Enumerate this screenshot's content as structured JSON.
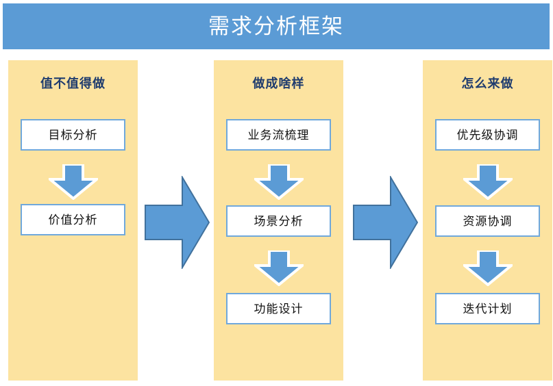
{
  "header": {
    "title": "需求分析框架",
    "background_color": "#5B9BD5",
    "text_color": "#FFFFFF"
  },
  "theme": {
    "column_background": "#FCE3A0",
    "box_border_color": "#6FA8DC",
    "box_background": "#FFFFFF",
    "arrow_fill": "#5B9BD5",
    "arrow_stroke": "#41719C",
    "down_arrow_outline": "#FFFFFF",
    "column_heading_color": "#1F3C6E",
    "box_text_color": "#111111"
  },
  "columns": [
    {
      "heading": "值不值得做",
      "steps": [
        {
          "label": "目标分析"
        },
        {
          "label": "价值分析"
        }
      ]
    },
    {
      "heading": "做成啥样",
      "steps": [
        {
          "label": "业务流梳理"
        },
        {
          "label": "场景分析"
        },
        {
          "label": "功能设计"
        }
      ]
    },
    {
      "heading": "怎么来做",
      "steps": [
        {
          "label": "优先级协调"
        },
        {
          "label": "资源协调"
        },
        {
          "label": "迭代计划"
        }
      ]
    }
  ],
  "connectors": {
    "between_columns": [
      {
        "icon": "arrow-right-icon",
        "from": "值不值得做",
        "to": "做成啥样"
      },
      {
        "icon": "arrow-right-icon",
        "from": "做成啥样",
        "to": "怎么来做"
      }
    ],
    "within_column_icon": "arrow-down-icon"
  }
}
